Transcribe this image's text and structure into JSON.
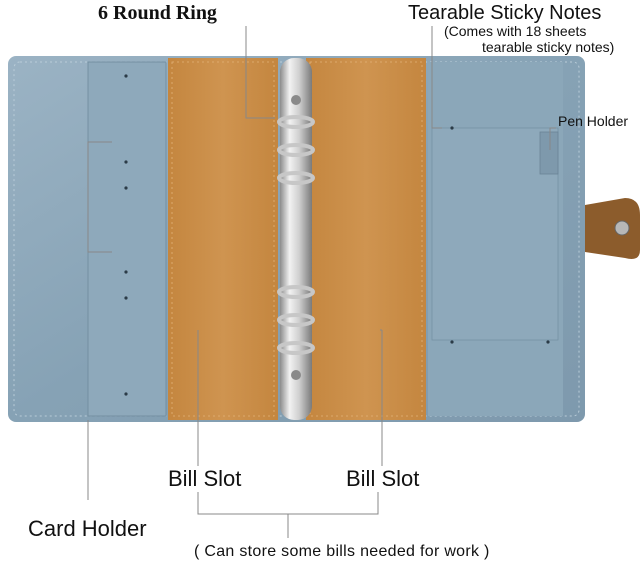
{
  "labels": {
    "ring": "6 Round Ring",
    "sticky_title": "Tearable Sticky Notes",
    "sticky_sub_line1": "(Comes with 18 sheets",
    "sticky_sub_line2": "tearable sticky notes)",
    "pen_holder": "Pen Holder",
    "bill_slot_left": "Bill Slot",
    "bill_slot_right": "Bill Slot",
    "card_holder": "Card Holder",
    "bill_note": "( Can store some bills needed for work )"
  },
  "colors": {
    "cover_blue": "#8aa6b8",
    "inner_tan": "#c88a44",
    "ring_silver": "#d8d8d8",
    "strap_brown": "#8a5a2a"
  }
}
